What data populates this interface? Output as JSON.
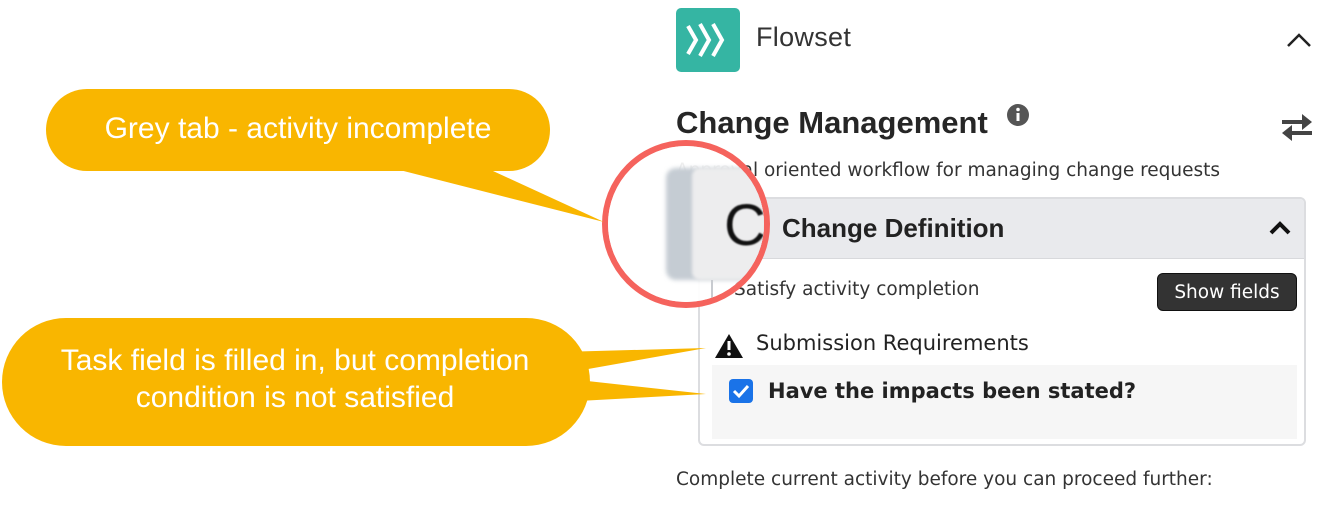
{
  "header": {
    "app_name": "Flowset",
    "logo_icon": "flowset-logo-icon",
    "logo_color": "#35b5a3",
    "collapse_icon": "chevron-up-icon"
  },
  "workflow": {
    "title": "Change Management",
    "info_icon": "info-icon",
    "switch_icon": "swap-arrows-icon",
    "description": "Approval oriented workflow for managing change requests"
  },
  "activity": {
    "title": "Change Definition",
    "tab_color": "#e9eaed",
    "expand_icon": "chevron-up-icon",
    "condition_text": "Satisfy activity completion",
    "show_fields_label": "Show fields",
    "requirements_heading": "Submission Requirements",
    "warning_icon": "warning-triangle-icon",
    "task": {
      "label": "Have the impacts been stated?",
      "checked": true
    }
  },
  "footer": {
    "message": "Complete current activity before you can proceed further:"
  },
  "magnifier": {
    "letter": "C",
    "ring_color": "#f5635d"
  },
  "callouts": {
    "grey_tab": "Grey tab - activity incomplete",
    "task_field_line1": "Task field is filled in, but completion",
    "task_field_line2": "condition is not satisfied",
    "color": "#f9b600"
  }
}
